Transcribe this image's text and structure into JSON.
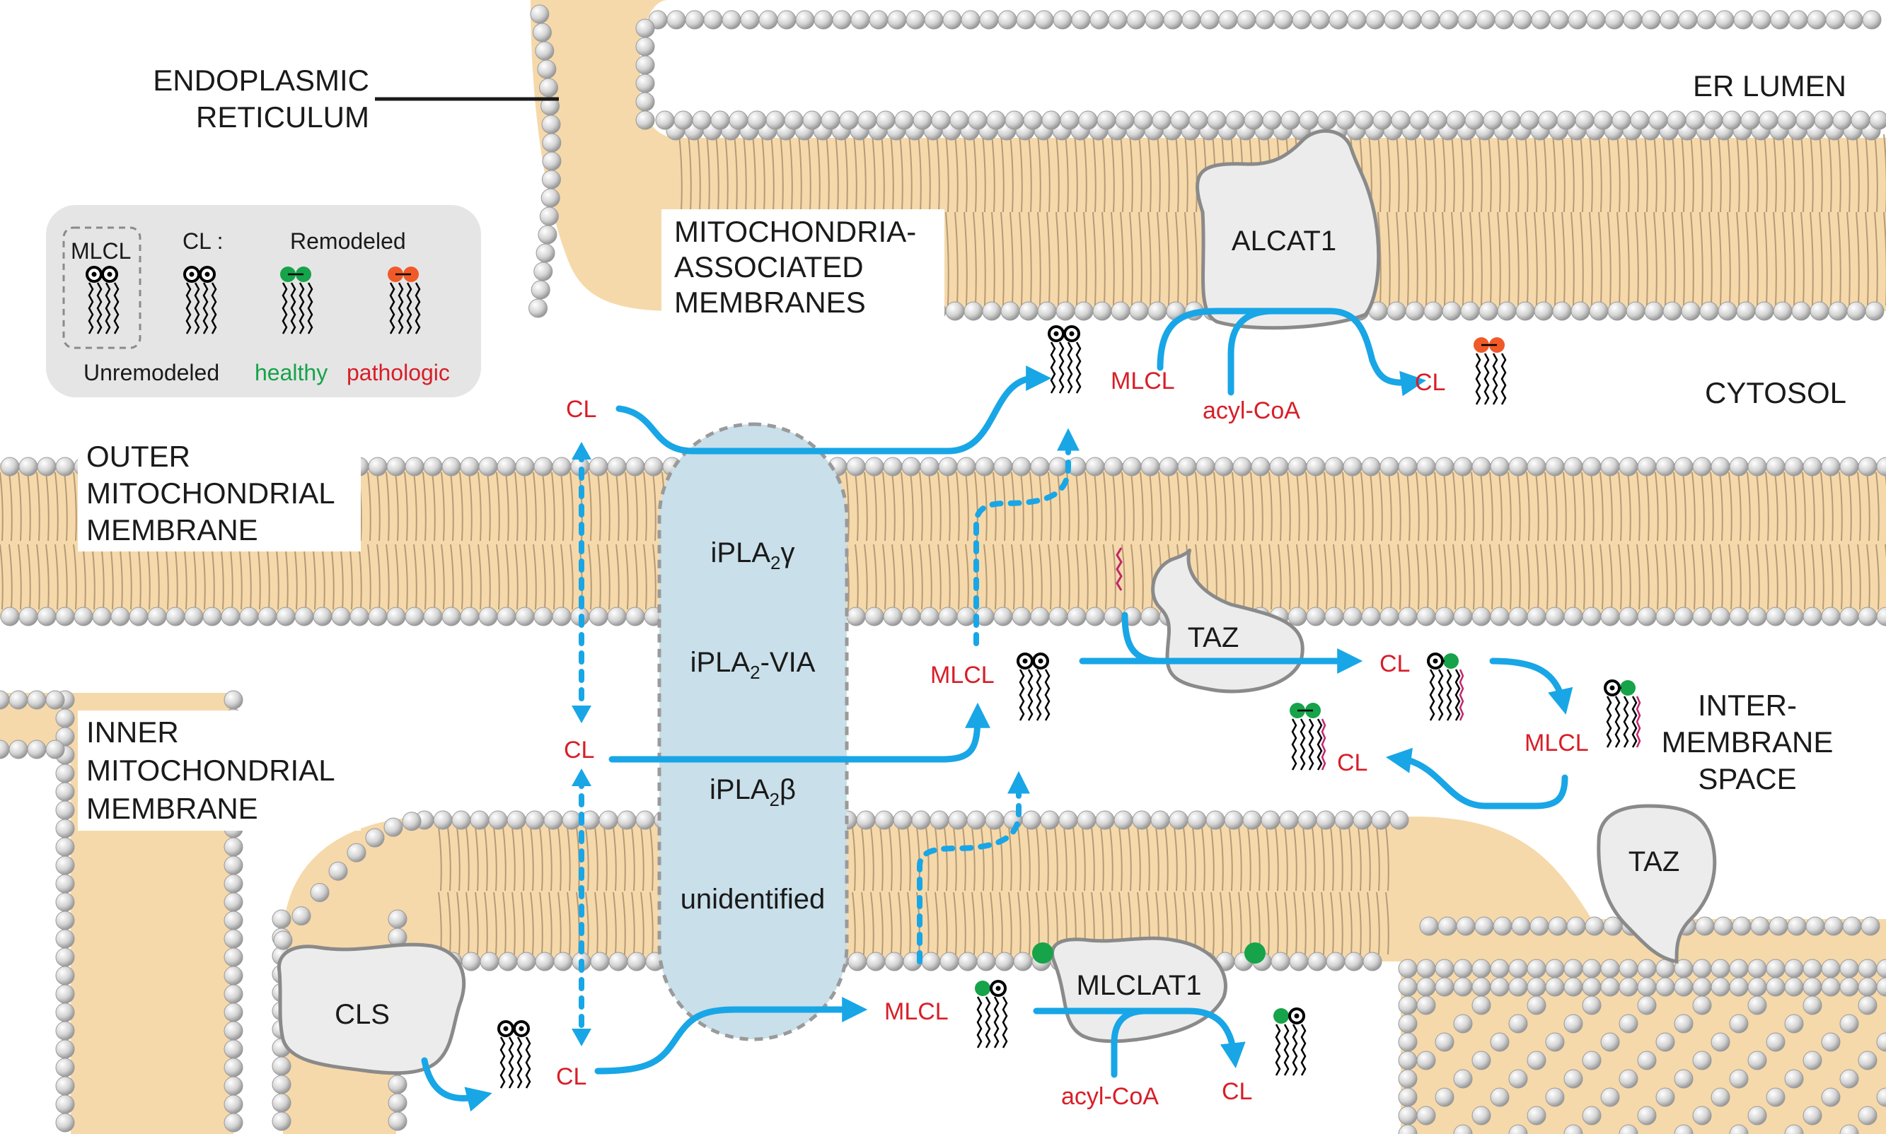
{
  "labels": {
    "er": [
      "ENDOPLASMIC",
      "RETICULUM"
    ],
    "er_lumen": "ER LUMEN",
    "mam": [
      "MITOCHONDRIA-",
      "ASSOCIATED",
      "MEMBRANES"
    ],
    "cytosol": "CYTOSOL",
    "omm": [
      "OUTER",
      "MITOCHONDRIAL",
      "MEMBRANE"
    ],
    "imm": [
      "INNER",
      "MITOCHONDRIAL",
      "MEMBRANE"
    ],
    "ims": [
      "INTER-",
      "MEMBRANE",
      "SPACE"
    ]
  },
  "legend": {
    "mlcl": "MLCL",
    "cl": "CL :",
    "remodeled": "Remodeled",
    "unremodeled": "Unremodeled",
    "healthy": "healthy",
    "pathologic": "pathologic"
  },
  "enzymes": {
    "alcat1": "ALCAT1",
    "taz": "TAZ",
    "mlclat1": "MLCLAT1",
    "cls": "CLS",
    "ipla_gamma": "iPLA",
    "ipla_gamma_sym": "γ",
    "ipla_via": "iPLA",
    "ipla_via_suffix": "-VIA",
    "ipla_beta": "iPLA",
    "ipla_beta_sym": "β",
    "subscript": "2",
    "unidentified": "unidentified"
  },
  "molecules": {
    "cl": "CL",
    "mlcl": "MLCL",
    "acyl_coa": "acyl-CoA"
  },
  "colors": {
    "membrane_fill": "#f6d9aa",
    "membrane_band": "#e7c79a",
    "bead": "#d4d4d4",
    "arrow": "#18a6e6",
    "healthy": "#16a34a",
    "pathologic": "#f05a28",
    "label_red": "#d81e28",
    "capsule": "#c9dfe9"
  }
}
